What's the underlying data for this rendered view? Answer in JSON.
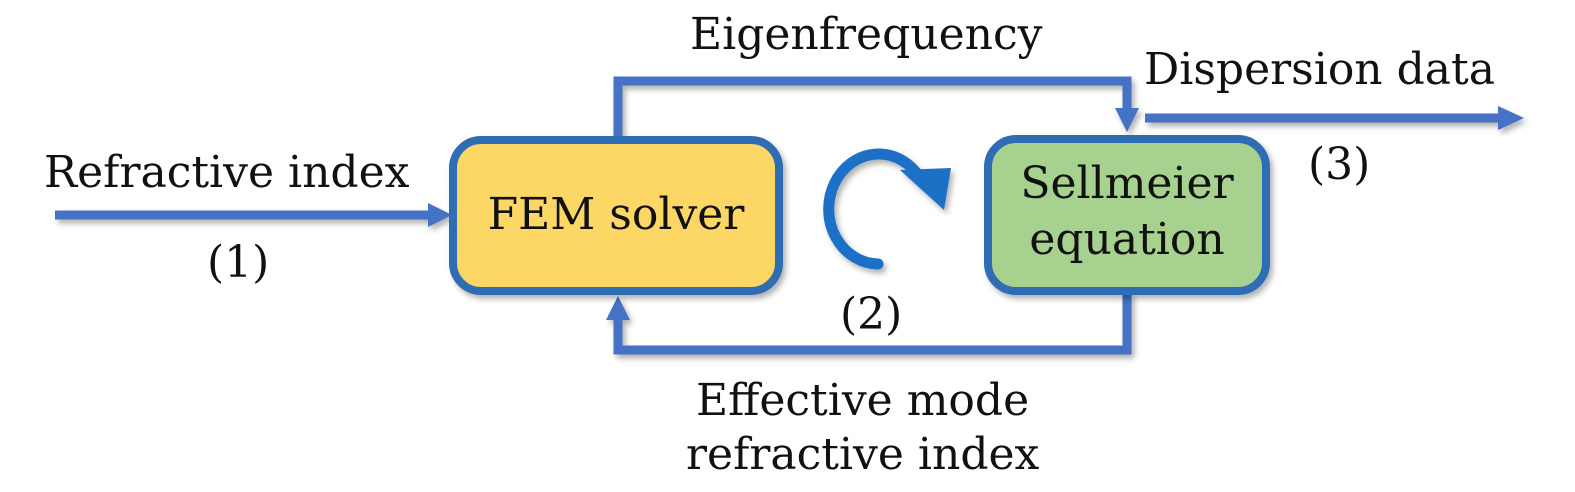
{
  "diagram": {
    "colors": {
      "arrow": "#4472C4",
      "box_border": "#2E6DB4",
      "fem_fill": "#FCD766",
      "sellmeier_fill": "#A7D18E",
      "cycle_arrow": "#1F6FC5"
    },
    "nodes": {
      "fem": {
        "label": "FEM solver"
      },
      "sellmeier": {
        "line1": "Sellmeier",
        "line2": "equation"
      }
    },
    "edges": {
      "input": {
        "label": "Refractive index",
        "step": "(1)"
      },
      "eigen": {
        "label": "Eigenfrequency"
      },
      "feedback": {
        "label_line1": "Effective mode",
        "label_line2": "refractive index"
      },
      "output": {
        "label": "Dispersion data",
        "step": "(3)"
      }
    },
    "cycle": {
      "step": "(2)",
      "icon": "clockwise-cycle-arrow"
    }
  }
}
